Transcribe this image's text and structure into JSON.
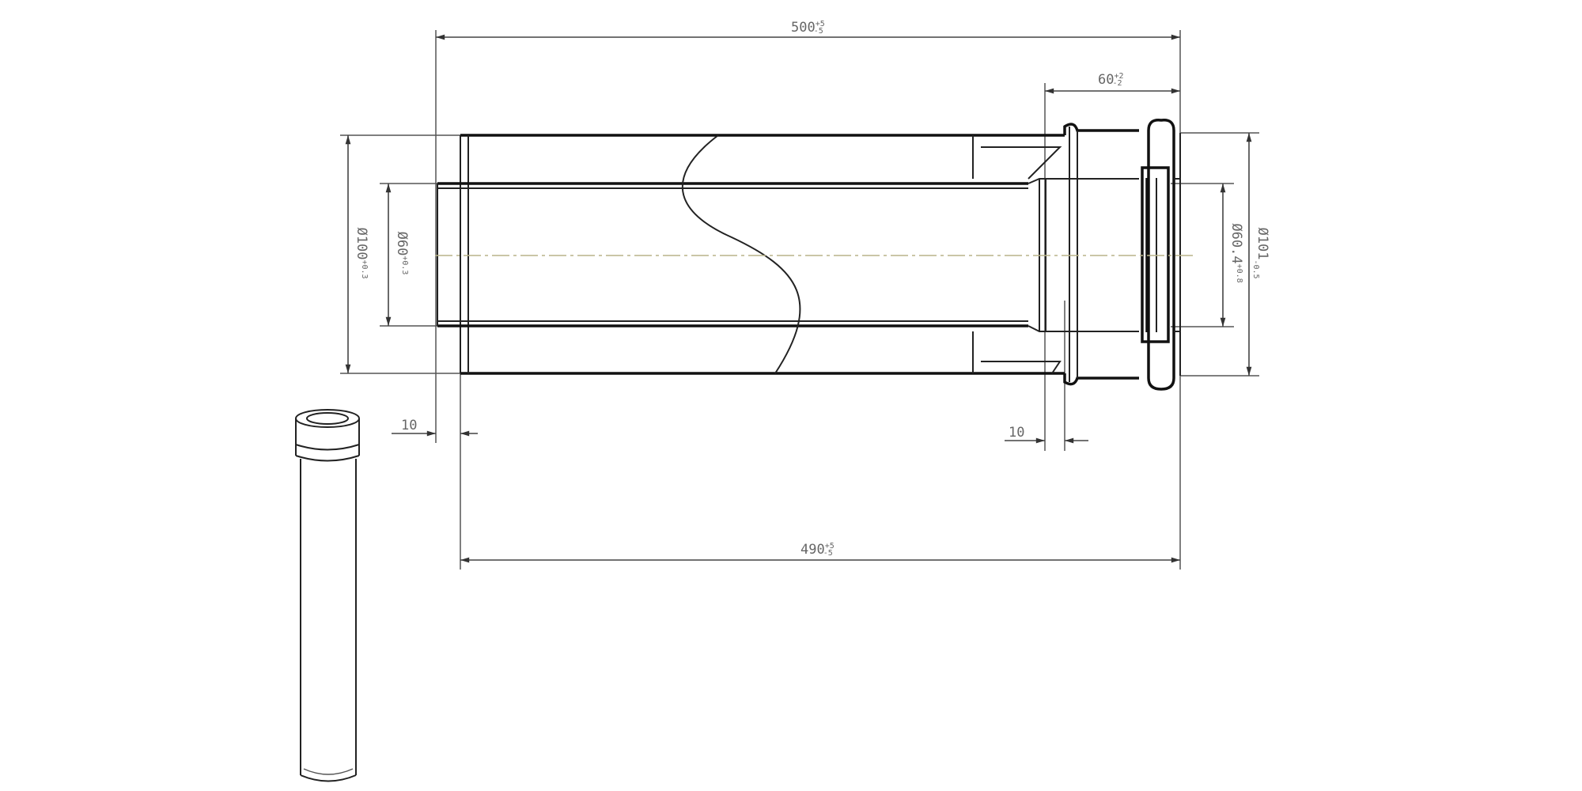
{
  "drawing": {
    "title": "Pipe section drawing",
    "dimensions": {
      "overall_length": {
        "value": "500",
        "tol_upper": "+5",
        "tol_lower": "-5"
      },
      "socket_length": {
        "value": "60",
        "tol_upper": "+2",
        "tol_lower": "-2"
      },
      "body_length": {
        "value": "490",
        "tol_upper": "+5",
        "tol_lower": "-5"
      },
      "outer_diameter": {
        "symbol": "Ø",
        "value": "100",
        "tol": "+0.3"
      },
      "inner_diameter": {
        "symbol": "Ø",
        "value": "60",
        "tol": "+0.3"
      },
      "socket_inner_diameter": {
        "symbol": "Ø",
        "value": "60.4",
        "tol": "+0.8"
      },
      "socket_outer_diameter": {
        "symbol": "Ø",
        "value": "101",
        "tol": "-0.5"
      },
      "left_offset": {
        "value": "10"
      },
      "right_offset": {
        "value": "10"
      }
    },
    "colors": {
      "line": "#222222",
      "dim_text": "#666666",
      "centerline": "#b9b48a"
    }
  }
}
